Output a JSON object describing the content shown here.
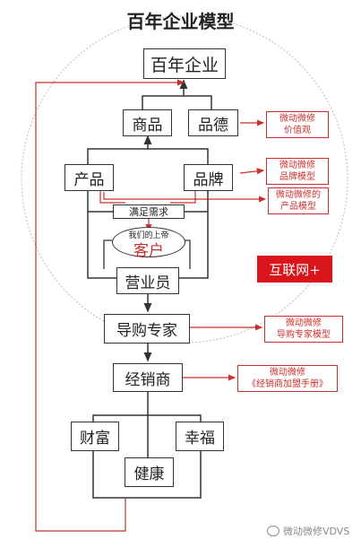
{
  "title": "百年企业模型",
  "nodes": {
    "top": "百年企业",
    "goods": "商品",
    "virtue": "品德",
    "product": "产品",
    "brand": "品牌",
    "satisfy": "满足需求",
    "god": "我们的上帝",
    "customer": "客户",
    "salesman": "营业员",
    "guide": "导购专家",
    "dealer": "经销商",
    "wealth": "财富",
    "happiness": "幸福",
    "health": "健康"
  },
  "badge": "互联网+",
  "notes": {
    "values": [
      "微动微修",
      "价值观"
    ],
    "brand_model": [
      "微动微修",
      "品牌模型"
    ],
    "product_model": [
      "微动微修的",
      "产品模型"
    ],
    "guide_model": [
      "微动微修",
      "导购专家模型"
    ],
    "dealer_manual": [
      "微动微修",
      "《经销商加盟手册》"
    ]
  },
  "watermark": "微动微修VDVS",
  "colors": {
    "accent": "#c9302c",
    "line": "#333333",
    "badge_bg": "#d9141b",
    "circle": "#bbbbbb"
  }
}
